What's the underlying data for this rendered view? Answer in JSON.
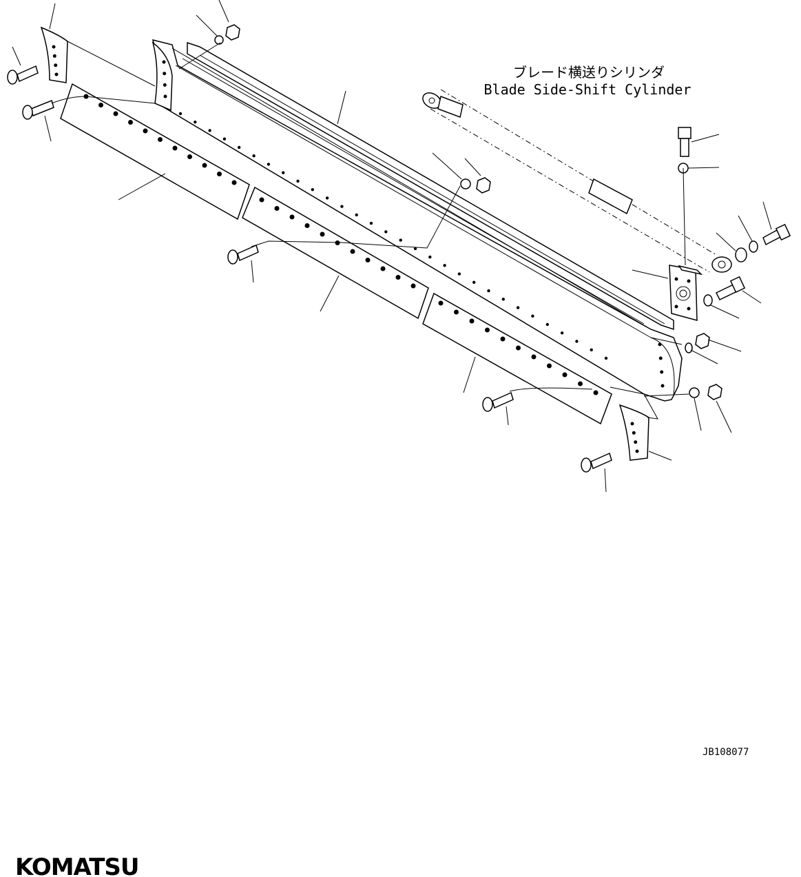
{
  "annotation": {
    "jp": "ブレード横送りシリンダ",
    "en": "Blade Side-Shift Cylinder"
  },
  "drawing_code": "JB108077",
  "brand": "KOMATSU"
}
